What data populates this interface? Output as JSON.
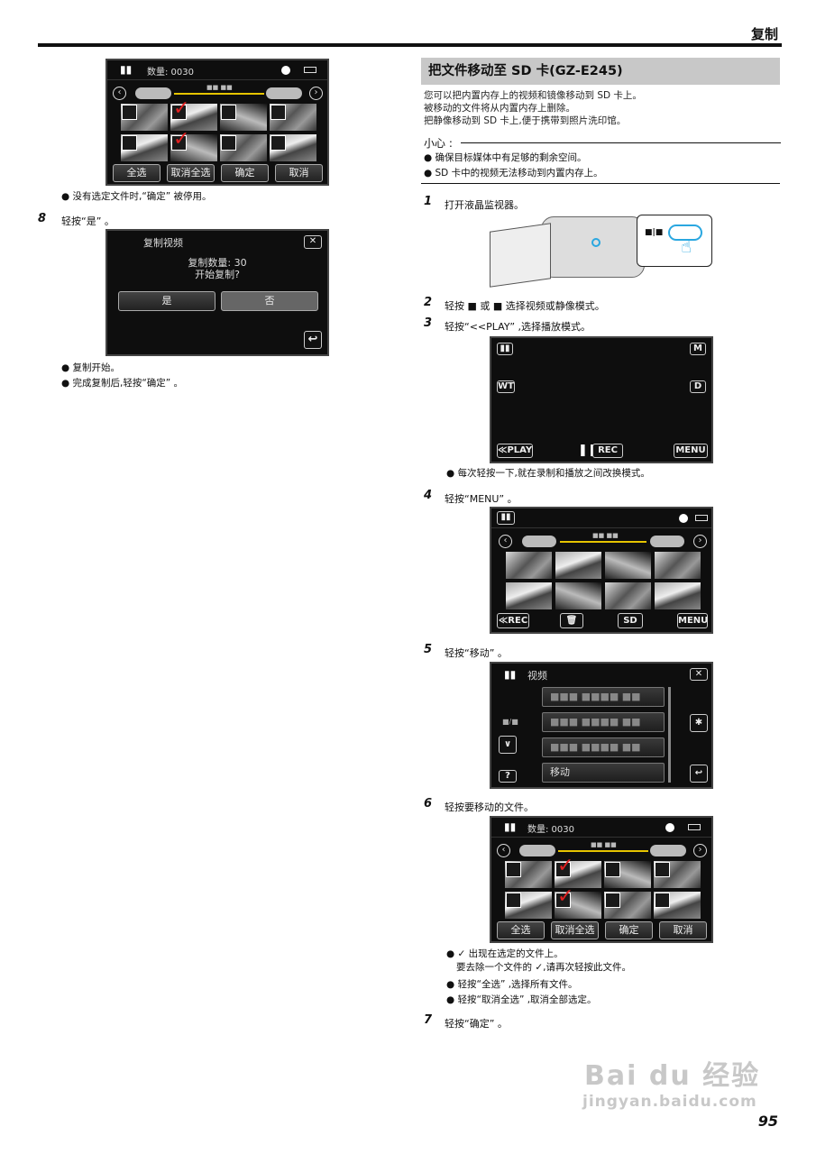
{
  "header": {
    "title": "复制",
    "page": "95"
  },
  "left": {
    "screen1": {
      "count": "数量: 0030",
      "select_all": "全选",
      "deselect_all": "取消全选",
      "ok": "确定",
      "cancel": "取消",
      "date": "■■ ■■"
    },
    "bullet_disabled": "没有选定文件时,“确定” 被停用。",
    "step8": {
      "num": "8",
      "text": "轻按“是” 。"
    },
    "dialog": {
      "title": "复制视频",
      "line1": "复制数量: 30",
      "line2": "开始复制?",
      "yes": "是",
      "no": "否"
    },
    "bullets_after": [
      "复制开始。",
      "完成复制后,轻按“确定” 。"
    ]
  },
  "right": {
    "section_title": "把文件移动至 SD 卡(GZ-E245)",
    "intro": [
      "您可以把内置内存上的视频和镜像移动到 SD 卡上。",
      "被移动的文件将从内置内存上删除。",
      "把静像移动到 SD 卡上,便于携带到照片洗印馆。"
    ],
    "caution_label": "小心 :",
    "caution_items": [
      "确保目标媒体中有足够的剩余空间。",
      "SD 卡中的视频无法移动到内置内存上。"
    ],
    "steps": [
      {
        "num": "1",
        "text": "打开液晶监视器。"
      },
      {
        "num": "2",
        "text": "轻按 ■ 或 ■ 选择视频或静像模式。"
      },
      {
        "num": "3",
        "text": "轻按“<<PLAY” ,选择播放模式。"
      },
      {
        "num": "4",
        "text": "轻按“MENU” 。"
      },
      {
        "num": "5",
        "text": "轻按“移动” 。"
      },
      {
        "num": "6",
        "text": "轻按要移动的文件。"
      },
      {
        "num": "7",
        "text": "轻按“确定” 。"
      }
    ],
    "cam_label": "■|■",
    "screen_play": {
      "m": "M",
      "wt": "WT",
      "d": "D",
      "play": "≪PLAY",
      "rec": "REC",
      "menu": "MENU"
    },
    "bullet_play": "每次轻按一下,就在录制和播放之间改换模式。",
    "screen_menu": {
      "rec": "≪REC",
      "sd": "SD",
      "menu": "MENU",
      "date": "■■ ■■"
    },
    "screen_move": {
      "title": "视频",
      "item1": "■■■ ■■■■ ■■",
      "item2": "■■■ ■■■■ ■■",
      "item3": "■■■ ■■■■ ■■",
      "move": "移动",
      "page": "■/■",
      "help": "?"
    },
    "screen_select": {
      "count": "数量: 0030",
      "select_all": "全选",
      "deselect_all": "取消全选",
      "ok": "确定",
      "cancel": "取消",
      "date": "■■ ■■"
    },
    "bullets_select": [
      "✓ 出现在选定的文件上。",
      "要去除一个文件的 ✓,请再次轻按此文件。",
      "轻按“全选” ,选择所有文件。",
      "轻按“取消全选” ,取消全部选定。"
    ]
  },
  "watermark": {
    "logo": "Bai du 经验",
    "url": "jingyan.baidu.com"
  }
}
